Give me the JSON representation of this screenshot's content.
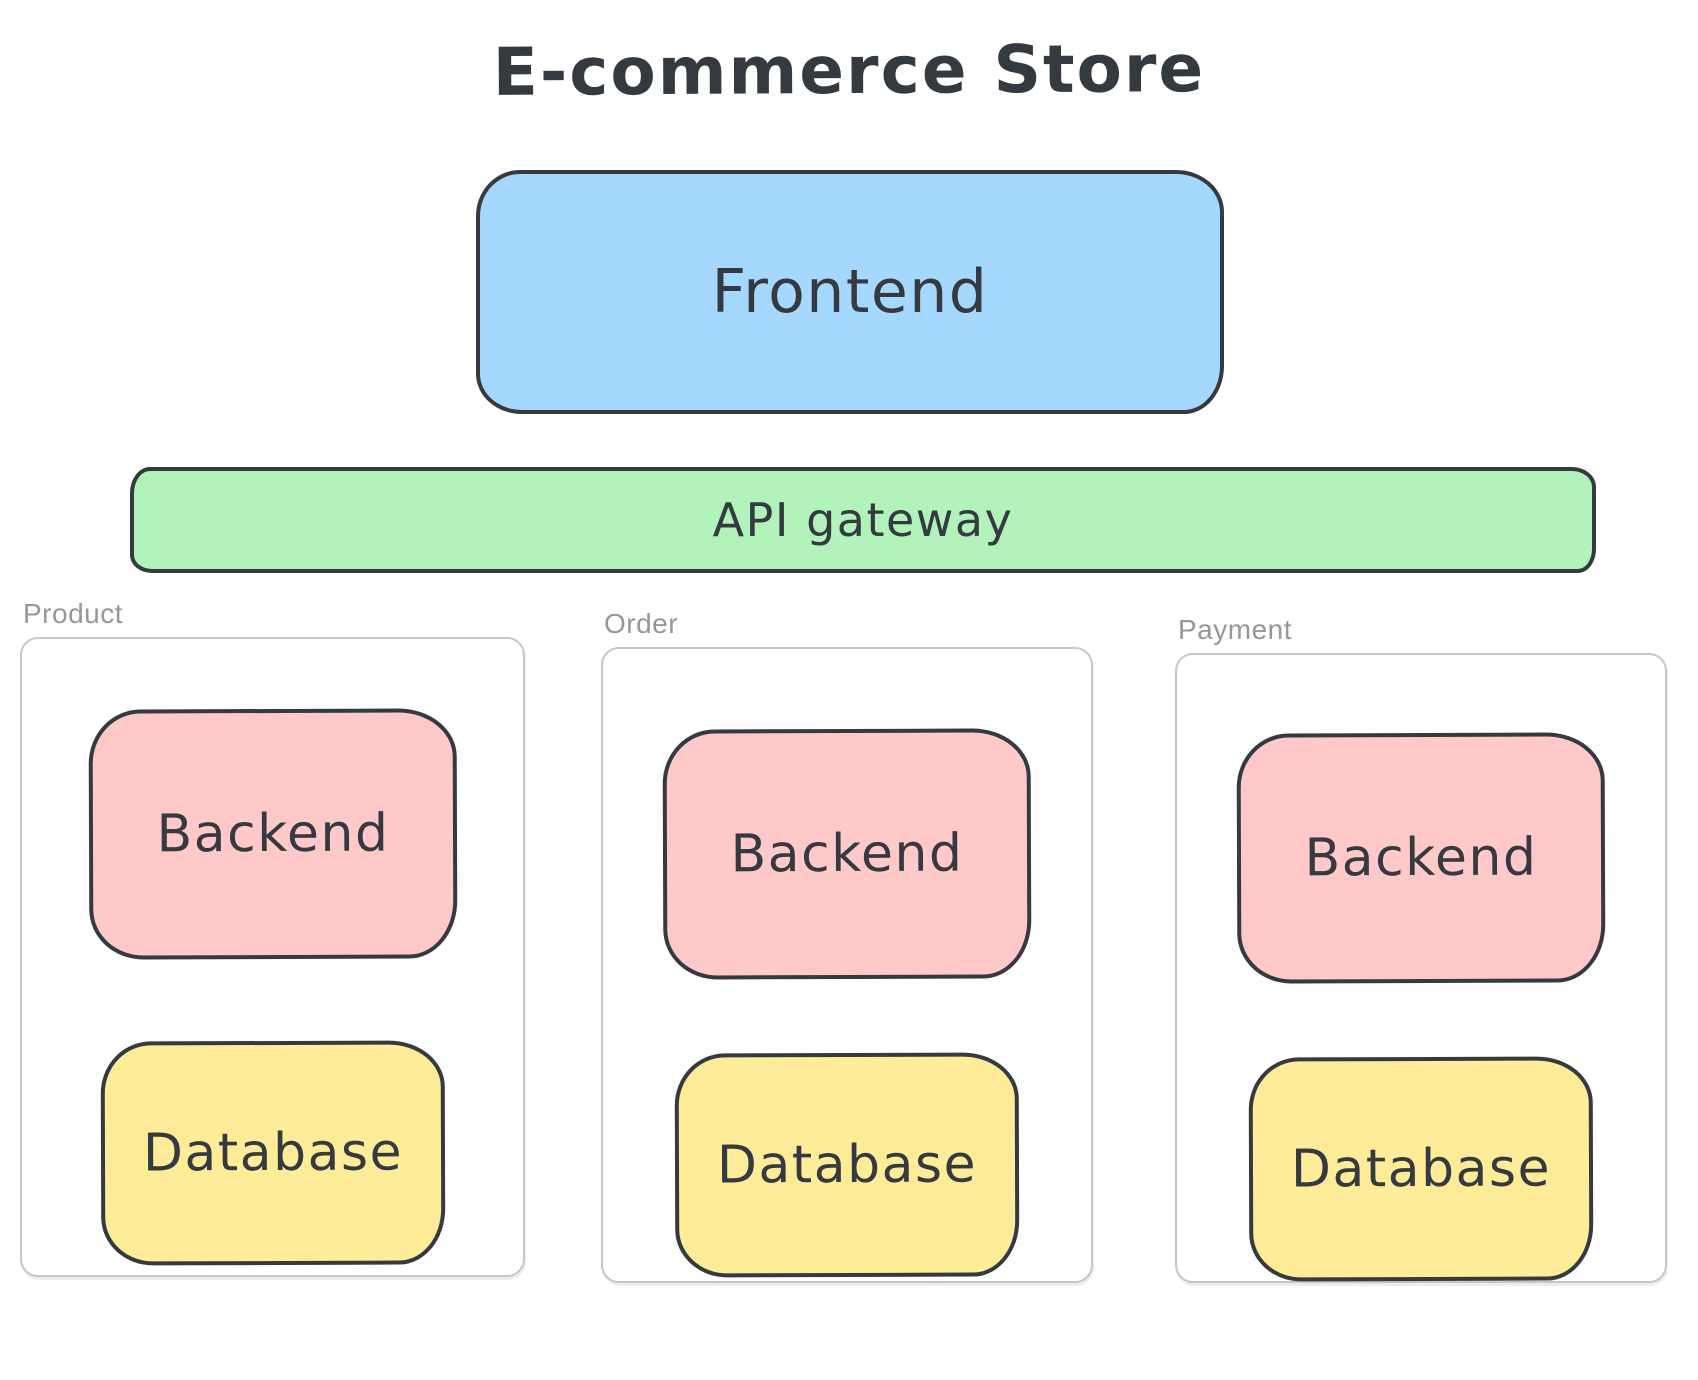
{
  "title": "E-commerce Store",
  "nodes": {
    "frontend": {
      "label": "Frontend"
    },
    "api_gateway": {
      "label": "API gateway"
    }
  },
  "services": [
    {
      "name": "Product",
      "backend_label": "Backend",
      "database_label": "Database"
    },
    {
      "name": "Order",
      "backend_label": "Backend",
      "database_label": "Database"
    },
    {
      "name": "Payment",
      "backend_label": "Backend",
      "database_label": "Database"
    }
  ],
  "colors": {
    "stroke": "#343a40",
    "frontend_fill": "#a5d8ff",
    "gateway_fill": "#b2f2bb",
    "backend_fill": "#ffc9c9",
    "database_fill": "#ffec99",
    "frame_border": "#c6c6c6",
    "frame_label": "#979797"
  }
}
